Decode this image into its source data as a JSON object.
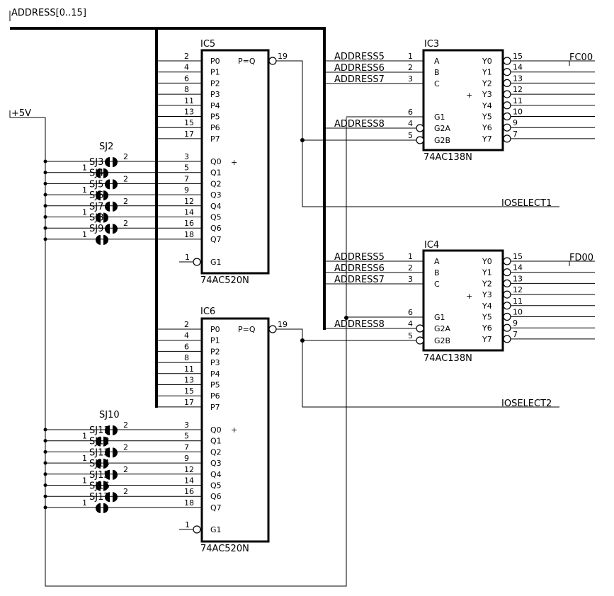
{
  "nets": {
    "address_bus": "ADDRESS[0..15]",
    "power": "+5V",
    "ioselect1": "IOSELECT1",
    "ioselect2": "IOSELECT2",
    "fc00": "FC00",
    "fd00": "FD00"
  },
  "chips": [
    {
      "name": "IC5",
      "part": "74AC520N",
      "p_pins": [
        "2",
        "4",
        "6",
        "8",
        "11",
        "13",
        "15",
        "17"
      ],
      "p_labels": [
        "P0",
        "P1",
        "P2",
        "P3",
        "P4",
        "P5",
        "P6",
        "P7"
      ],
      "q_pins": [
        "3",
        "5",
        "7",
        "9",
        "12",
        "14",
        "16",
        "18"
      ],
      "q_labels": [
        "Q0",
        "Q1",
        "Q2",
        "Q3",
        "Q4",
        "Q5",
        "Q6",
        "Q7"
      ],
      "out_label": "P=Q",
      "out_pin": "19",
      "g_label": "G1",
      "g_pin": "1"
    },
    {
      "name": "IC6",
      "part": "74AC520N",
      "p_pins": [
        "2",
        "4",
        "6",
        "8",
        "11",
        "13",
        "15",
        "17"
      ],
      "p_labels": [
        "P0",
        "P1",
        "P2",
        "P3",
        "P4",
        "P5",
        "P6",
        "P7"
      ],
      "q_pins": [
        "3",
        "5",
        "7",
        "9",
        "12",
        "14",
        "16",
        "18"
      ],
      "q_labels": [
        "Q0",
        "Q1",
        "Q2",
        "Q3",
        "Q4",
        "Q5",
        "Q6",
        "Q7"
      ],
      "out_label": "P=Q",
      "out_pin": "19",
      "g_label": "G1",
      "g_pin": "1"
    }
  ],
  "decoders": [
    {
      "name": "IC3",
      "part": "74AC138N",
      "in_nets": [
        "ADDRESS5",
        "ADDRESS6",
        "ADDRESS7"
      ],
      "in_pins": [
        "1",
        "2",
        "3"
      ],
      "in_labels": [
        "A",
        "B",
        "C"
      ],
      "en_pins": [
        "6",
        "4",
        "5"
      ],
      "en_labels": [
        "G1",
        "G2A",
        "G2B"
      ],
      "en_net": "ADDRESS8",
      "y_labels": [
        "Y0",
        "Y1",
        "Y2",
        "Y3",
        "Y4",
        "Y5",
        "Y6",
        "Y7"
      ],
      "y_pins": [
        "15",
        "14",
        "13",
        "12",
        "11",
        "10",
        "9",
        "7"
      ]
    },
    {
      "name": "IC4",
      "part": "74AC138N",
      "in_nets": [
        "ADDRESS5",
        "ADDRESS6",
        "ADDRESS7"
      ],
      "in_pins": [
        "1",
        "2",
        "3"
      ],
      "in_labels": [
        "A",
        "B",
        "C"
      ],
      "en_pins": [
        "6",
        "4",
        "5"
      ],
      "en_labels": [
        "G1",
        "G2A",
        "G2B"
      ],
      "en_net": "ADDRESS8",
      "y_labels": [
        "Y0",
        "Y1",
        "Y2",
        "Y3",
        "Y4",
        "Y5",
        "Y6",
        "Y7"
      ],
      "y_pins": [
        "15",
        "14",
        "13",
        "12",
        "11",
        "10",
        "9",
        "7"
      ]
    }
  ],
  "jumper_groups": [
    {
      "heading": "SJ2",
      "labels": [
        "SJ3",
        "SJ4",
        "SJ5",
        "SJ6",
        "SJ7",
        "SJ8",
        "SJ9"
      ],
      "pin1": "1",
      "pin2": "2"
    },
    {
      "heading": "SJ10",
      "labels": [
        "SJ11",
        "SJ12",
        "SJ13",
        "SJ14",
        "SJ15",
        "SJ16",
        "SJ17"
      ],
      "pin1": "1",
      "pin2": "2"
    }
  ]
}
